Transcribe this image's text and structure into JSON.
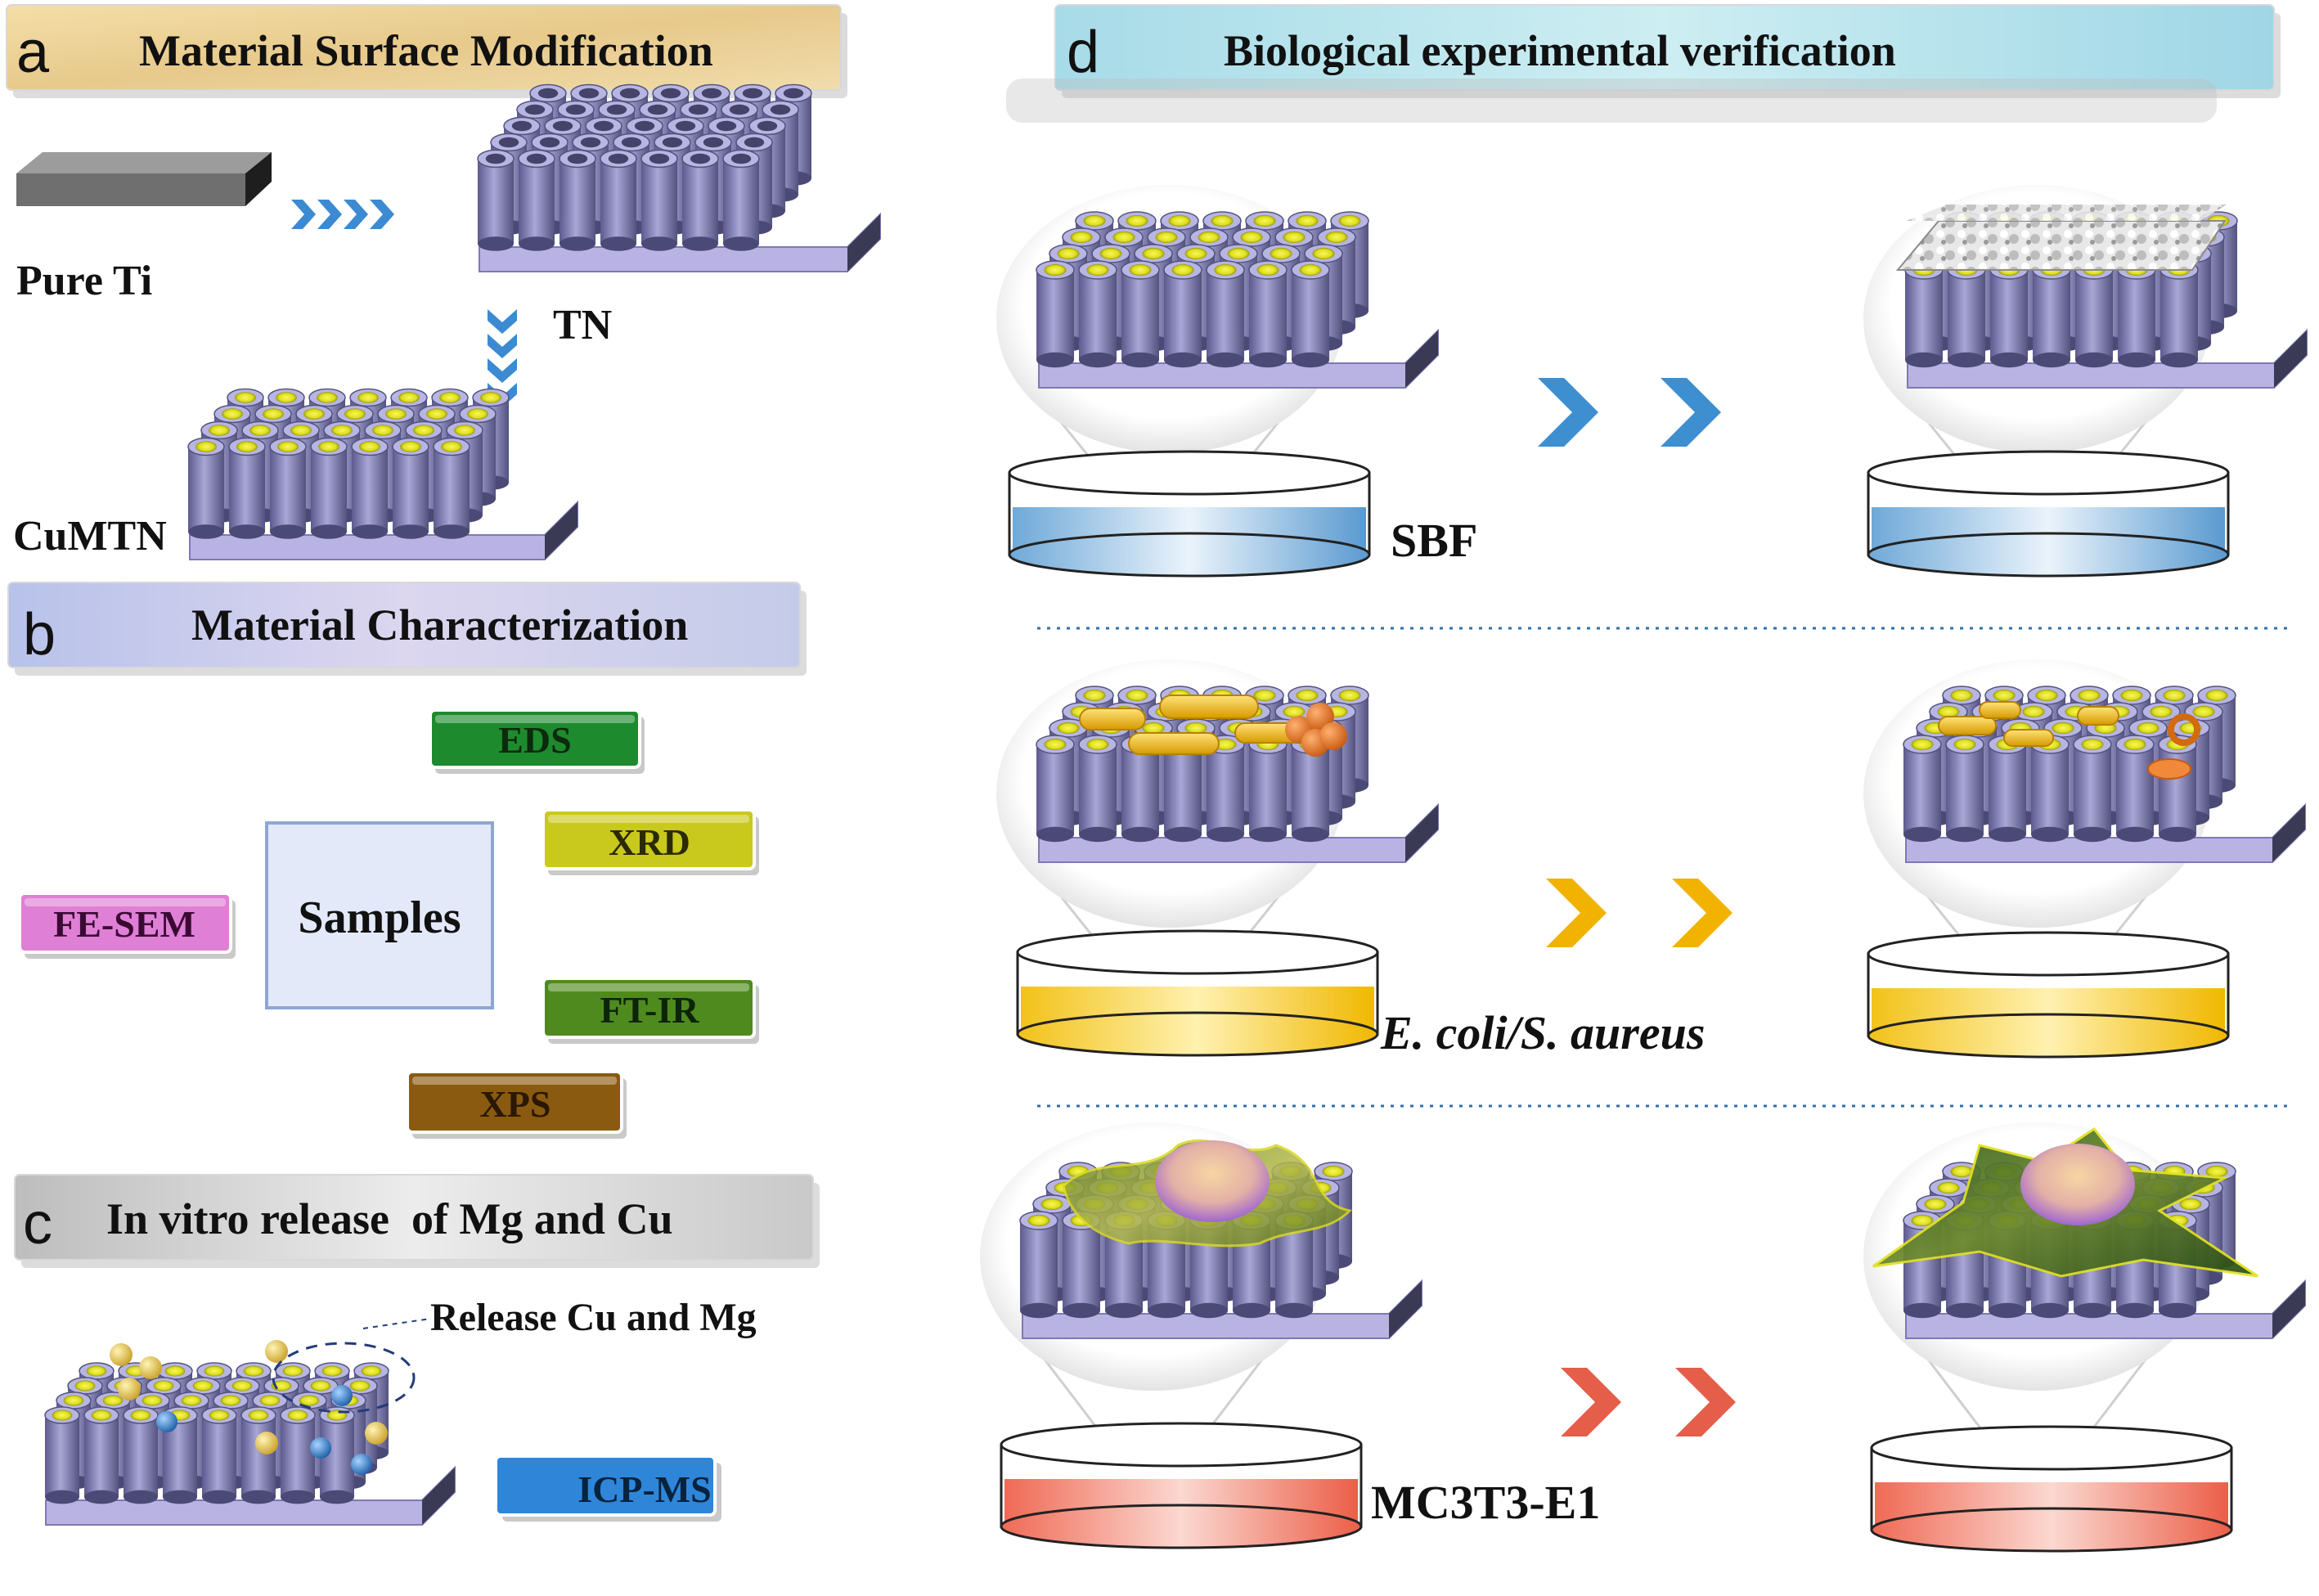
{
  "panels": {
    "a": {
      "letter": "a",
      "title": "Material Surface Modification"
    },
    "b": {
      "letter": "b",
      "title": "Material Characterization"
    },
    "c": {
      "letter": "c",
      "title": "In vitro release  of Mg and Cu"
    },
    "d": {
      "letter": "d",
      "title": "Biological experimental verification"
    }
  },
  "labels": {
    "pure_ti": "Pure Ti",
    "tn": "TN",
    "cumtn": "CuMTN",
    "samples": "Samples",
    "release": "Release Cu and Mg",
    "sbf": "SBF",
    "bacteria": "E. coli/S. aureus",
    "cells": "MC3T3-E1"
  },
  "techniques": [
    {
      "label": "EDS",
      "color": "#1e8a2e"
    },
    {
      "label": "XRD",
      "color": "#c9c81c"
    },
    {
      "label": "FE-SEM",
      "color": "#e07fd6"
    },
    {
      "label": "FT-IR",
      "color": "#4f8a1e"
    },
    {
      "label": "XPS",
      "color": "#8a5a10"
    },
    {
      "label": "ICP-MS",
      "color": "#2f86d8"
    }
  ],
  "colors": {
    "tube": "#8d8bc0",
    "tube_dark": "#5d5b8c",
    "base": "#b9b3e3",
    "copper_fill": "#e2e23a",
    "sbf_blue": "#3e8fd0",
    "bacteria_yellow": "#f2b200",
    "cell_red": "#e55e4a",
    "header_a": "#ecd39a",
    "header_b": "#c7cde8",
    "header_c": "#d2d2d2",
    "header_d": "#b6e4ec"
  }
}
